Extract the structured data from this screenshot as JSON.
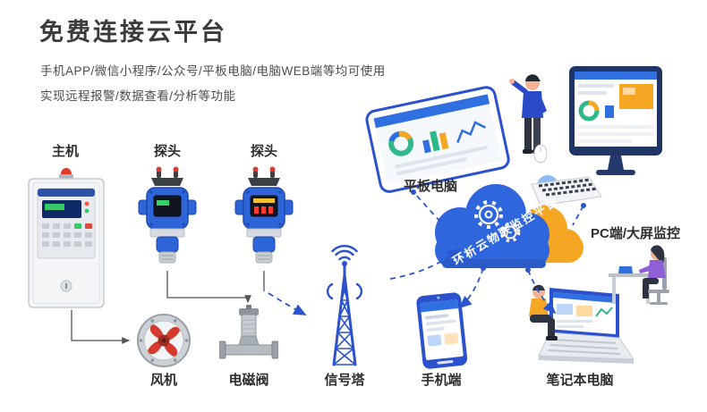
{
  "header": {
    "title": "免费连接云平台",
    "subtitle1": "手机APP/微信小程序/公众号/平板电脑/电脑WEB端等均可使用",
    "subtitle2": "实现远程报警/数据查看/分析等功能"
  },
  "cloud": {
    "label": "环析云物联监控平台"
  },
  "devices": {
    "host": {
      "label": "主机"
    },
    "probe_left": {
      "label": "探头"
    },
    "probe_right": {
      "label": "探头"
    },
    "fan": {
      "label": "风机"
    },
    "valve": {
      "label": "电磁阀"
    },
    "tower": {
      "label": "信号塔"
    },
    "phone": {
      "label": "手机端"
    },
    "tablet": {
      "label": "平板电脑"
    },
    "pc": {
      "label": "PC端/大屏监控"
    },
    "laptop": {
      "label": "笔记本电脑"
    }
  },
  "colors": {
    "accent_blue": "#2b55cf",
    "cloud_blue": "#2f66dd",
    "cloud_orange": "#f5a623",
    "alarm_red": "#e03a2f",
    "text_dark": "#2e2e2e",
    "text_gray": "#4d4d4d"
  }
}
